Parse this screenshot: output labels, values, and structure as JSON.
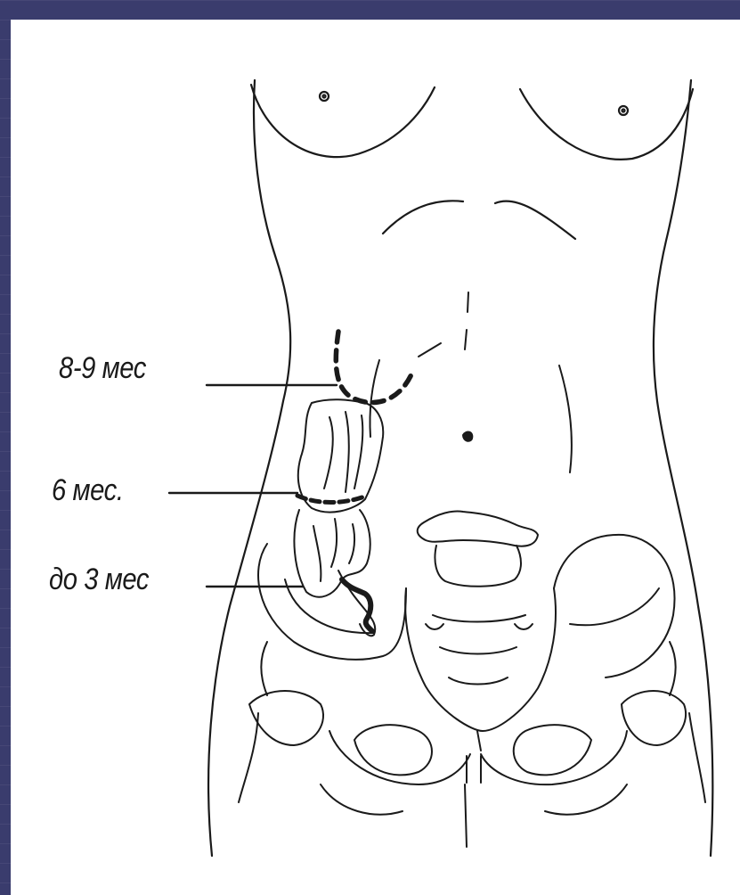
{
  "labels": {
    "age_8_9": "8-9 мес",
    "age_6": "6 мес.",
    "age_to_3": "до 3 мес"
  },
  "colors": {
    "background": "#3a3c6d",
    "paper": "#ffffff",
    "ink": "#1a1a1a"
  }
}
